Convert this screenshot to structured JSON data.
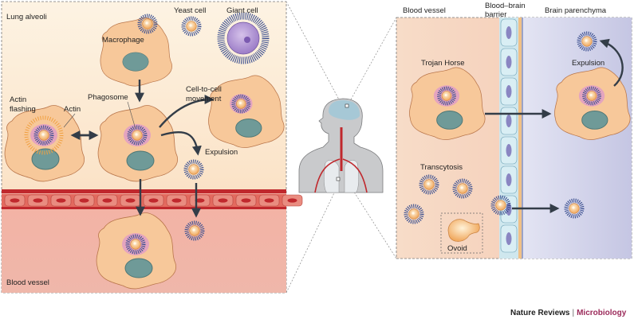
{
  "labels": {
    "lung_alveoli": "Lung alveoli",
    "yeast_cell": "Yeast cell",
    "giant_cell": "Giant cell",
    "macrophage": "Macrophage",
    "actin_flashing_1": "Actin",
    "actin_flashing_2": "flashing",
    "actin": "Actin",
    "phagosome": "Phagosome",
    "cell_to_cell_1": "Cell-to-cell",
    "cell_to_cell_2": "movement",
    "expulsion_left": "Expulsion",
    "blood_vessel_left": "Blood vessel",
    "blood_vessel_right": "Blood vessel",
    "bbb_1": "Blood–brain",
    "bbb_2": "barrier",
    "brain_parenchyma": "Brain parenchyma",
    "trojan_horse": "Trojan Horse",
    "expulsion_right": "Expulsion",
    "transcytosis": "Transcytosis",
    "ovoid": "Ovoid"
  },
  "credit": {
    "journal": "Nature Reviews",
    "separator": "|",
    "field": "Microbiology"
  },
  "colors": {
    "cell_body": "#f7c89a",
    "nucleus": "#6f9a98",
    "yeast_core": "#f0a65a",
    "capsule": "#3b4f8f",
    "phagosome": "#e4a4bf",
    "vessel_red": "#c0282d",
    "brain_bg": "#c8c9e6"
  },
  "icons": [
    "human-body-icon",
    "macrophage-icon",
    "yeast-cell-icon",
    "giant-cell-icon",
    "arrow-icon"
  ]
}
